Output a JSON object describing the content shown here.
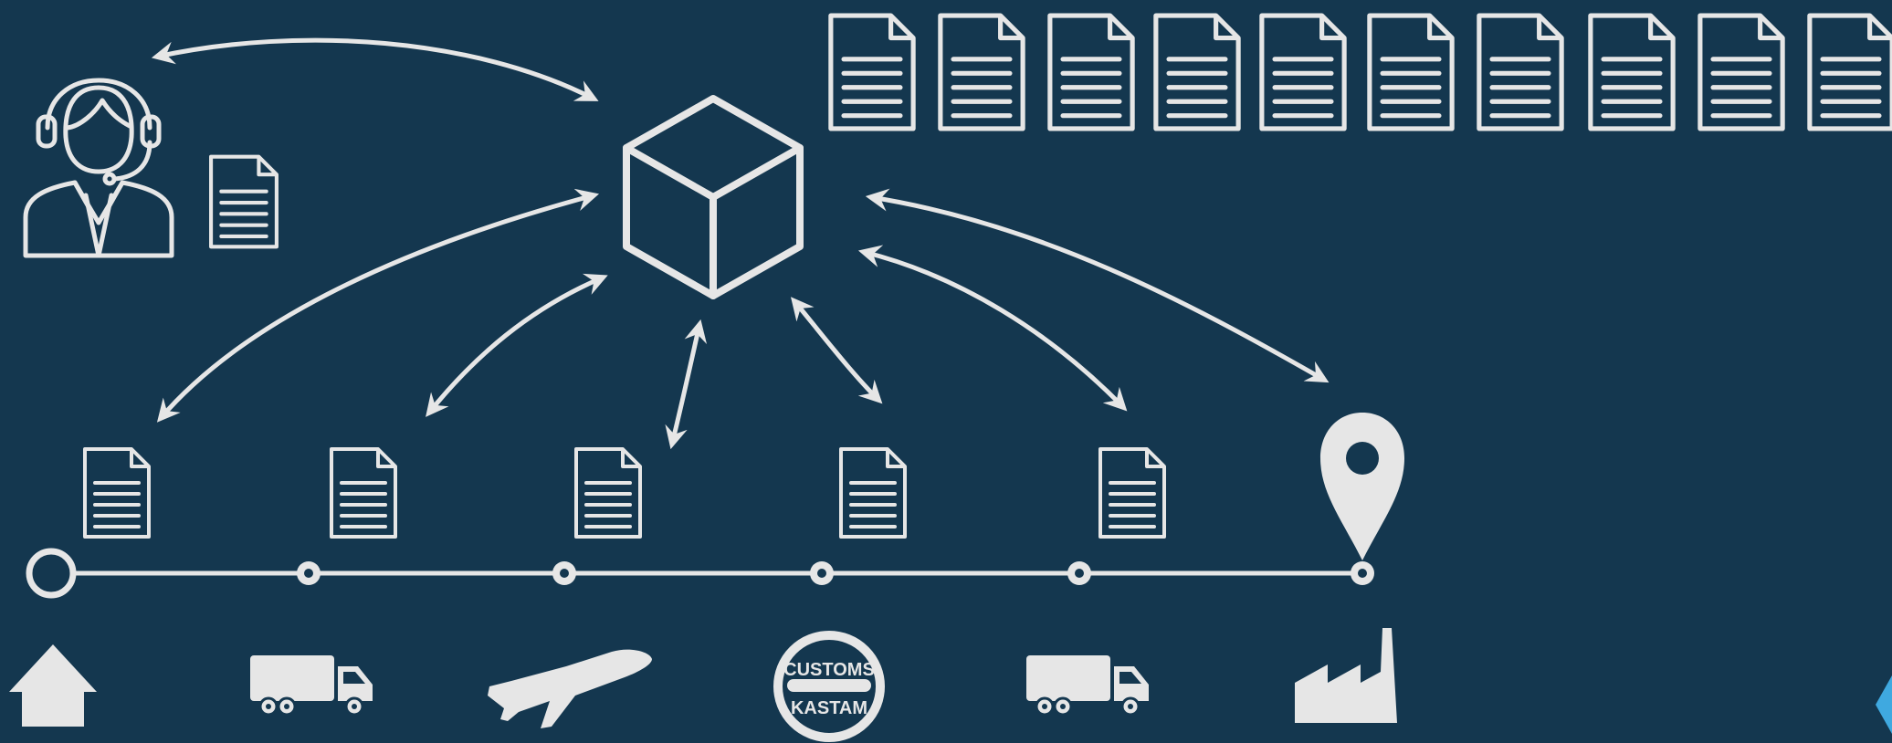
{
  "colors": {
    "background": "#14374f",
    "foreground": "#e6e6e6",
    "accent": "#3fa9e0"
  },
  "icons": {
    "hub": "cube-icon",
    "operator": "support-agent-icon",
    "document": "document-icon",
    "destination": "location-pin-icon",
    "stages": [
      "house-icon",
      "truck-icon",
      "airplane-icon",
      "customs-badge-icon",
      "truck-icon",
      "factory-icon"
    ]
  },
  "customs_badge": {
    "top_text": "CUSTOMS",
    "bottom_text": "KASTAM"
  },
  "top_documents_count": 10,
  "timeline_stops": 6
}
